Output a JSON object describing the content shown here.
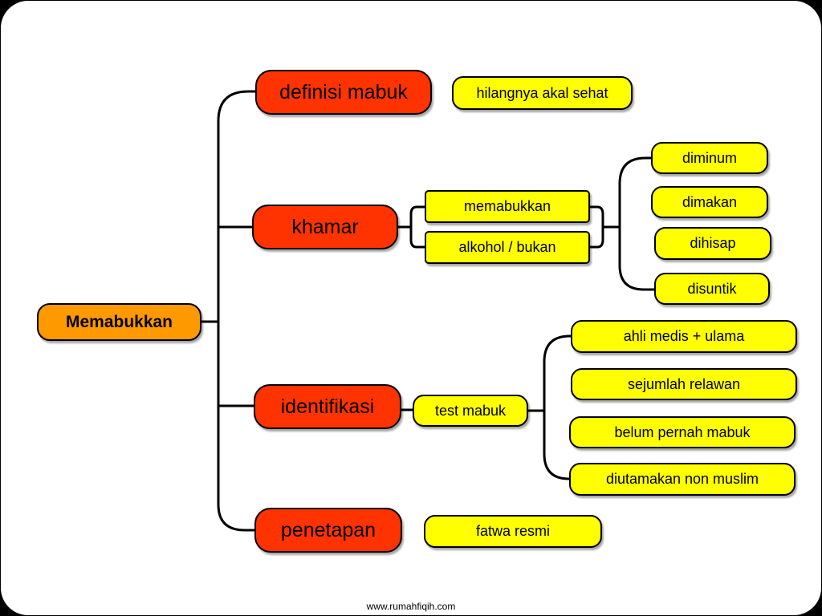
{
  "root": "Memabukkan",
  "branches": {
    "definisi": "definisi mabuk",
    "khamar": "khamar",
    "identifikasi": "identifikasi",
    "penetapan": "penetapan"
  },
  "definisi_children": [
    "hilangnya akal sehat"
  ],
  "khamar_children": [
    "memabukkan",
    "alkohol / bukan"
  ],
  "khamar_methods": [
    "diminum",
    "dimakan",
    "dihisap",
    "disuntik"
  ],
  "identifikasi_children": [
    "test mabuk"
  ],
  "test_criteria": [
    "ahli medis + ulama",
    "sejumlah relawan",
    "belum pernah mabuk",
    "diutamakan non muslim"
  ],
  "penetapan_children": [
    "fatwa resmi"
  ],
  "footer": "www.rumahfiqih.com",
  "colors": {
    "root": "#ff9900",
    "branch": "#ff3300",
    "leaf": "#ffff00",
    "outline": "#000000",
    "background": "#ffffff"
  }
}
